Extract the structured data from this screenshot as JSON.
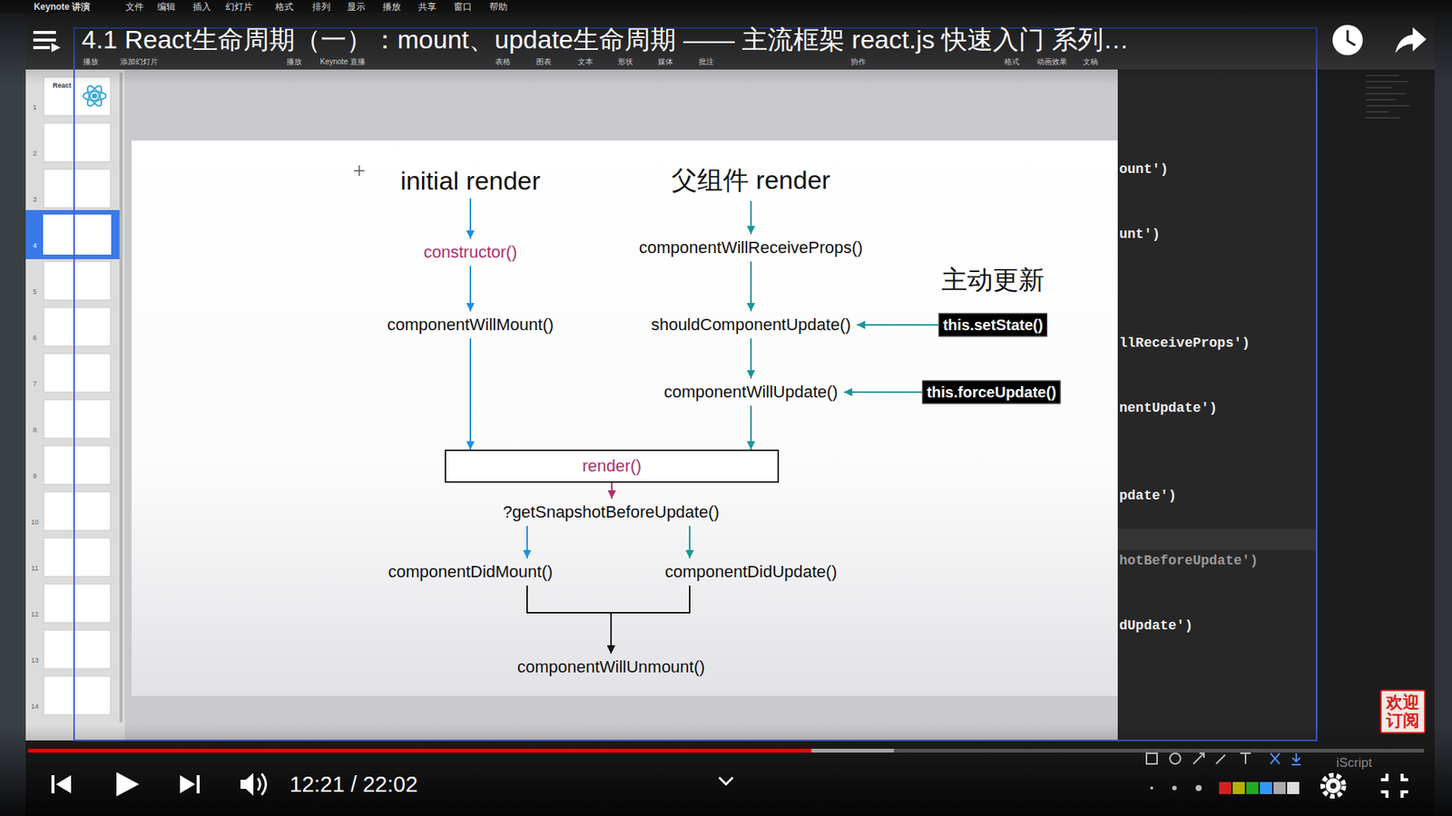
{
  "diagram": {
    "title": "4.1 React生命周期（一）：mount、update生命周期 —— 主流框架 react.js 快速入门 系列…",
    "nodes": [
      {
        "text": [
          "initial render"
        ]
      },
      {
        "text": [
          "父组件 render"
        ]
      },
      {
        "text": [
          "constructor()"
        ]
      },
      {
        "text": [
          "componentWillReceiveProps()"
        ]
      },
      {
        "text": [
          "componentWillMount()"
        ]
      },
      {
        "text": [
          "shouldComponentUpdate()"
        ]
      },
      {
        "text": [
          "this.setState()"
        ]
      },
      {
        "text": [
          "componentWillUpdate()"
        ]
      },
      {
        "text": [
          "this.forceUpdate()"
        ]
      },
      {
        "text": [
          "render()"
        ]
      },
      {
        "text": [
          "?getSnapshotBeforeUpdate()"
        ]
      },
      {
        "text": [
          "componentDidMount()"
        ]
      },
      {
        "text": [
          "componentDidUpdate()"
        ]
      },
      {
        "text": [
          "componentWillUnmount()"
        ]
      }
    ],
    "edges": [
      {
        "from": 0,
        "to": 2,
        "arrow": "to"
      },
      {
        "from": 2,
        "to": 4,
        "arrow": "to"
      },
      {
        "from": 4,
        "to": 9,
        "arrow": "to"
      },
      {
        "from": 1,
        "to": 3,
        "arrow": "to"
      },
      {
        "from": 3,
        "to": 5,
        "arrow": "to"
      },
      {
        "from": 6,
        "to": 5,
        "arrow": "to"
      },
      {
        "from": 5,
        "to": 7,
        "arrow": "to"
      },
      {
        "from": 8,
        "to": 7,
        "arrow": "to"
      },
      {
        "from": 7,
        "to": 9,
        "arrow": "to"
      },
      {
        "from": 9,
        "to": 10,
        "arrow": "to"
      },
      {
        "from": 10,
        "to": 11,
        "arrow": "to"
      },
      {
        "from": 10,
        "to": 12,
        "arrow": "to"
      },
      {
        "from": 11,
        "to": 13,
        "arrow": "to"
      },
      {
        "from": 12,
        "to": 13,
        "arrow": "to"
      }
    ],
    "labels": [
      "主动更新",
      "12:21 / 22:02",
      "ount')",
      "unt')",
      "llReceiveProps')",
      "nentUpdate')",
      "pdate')",
      "hotBeforeUpdate')",
      "dUpdate')",
      "欢迎 订阅",
      "Keynote 讲演",
      "文件",
      "编辑",
      "插入",
      "幻灯片",
      "格式",
      "排列",
      "显示",
      "播放",
      "共享",
      "窗口",
      "帮助",
      "播放",
      "添加幻灯片",
      "播放",
      "Keynote 直播",
      "表格",
      "图表",
      "文本",
      "形状",
      "媒体",
      "批注",
      "协作",
      "格式",
      "动画效果",
      "文稿",
      "React",
      "1",
      "2",
      "3",
      "4",
      "5",
      "6",
      "7",
      "8",
      "9",
      "10",
      "11",
      "12",
      "13",
      "14",
      "iScript"
    ]
  }
}
